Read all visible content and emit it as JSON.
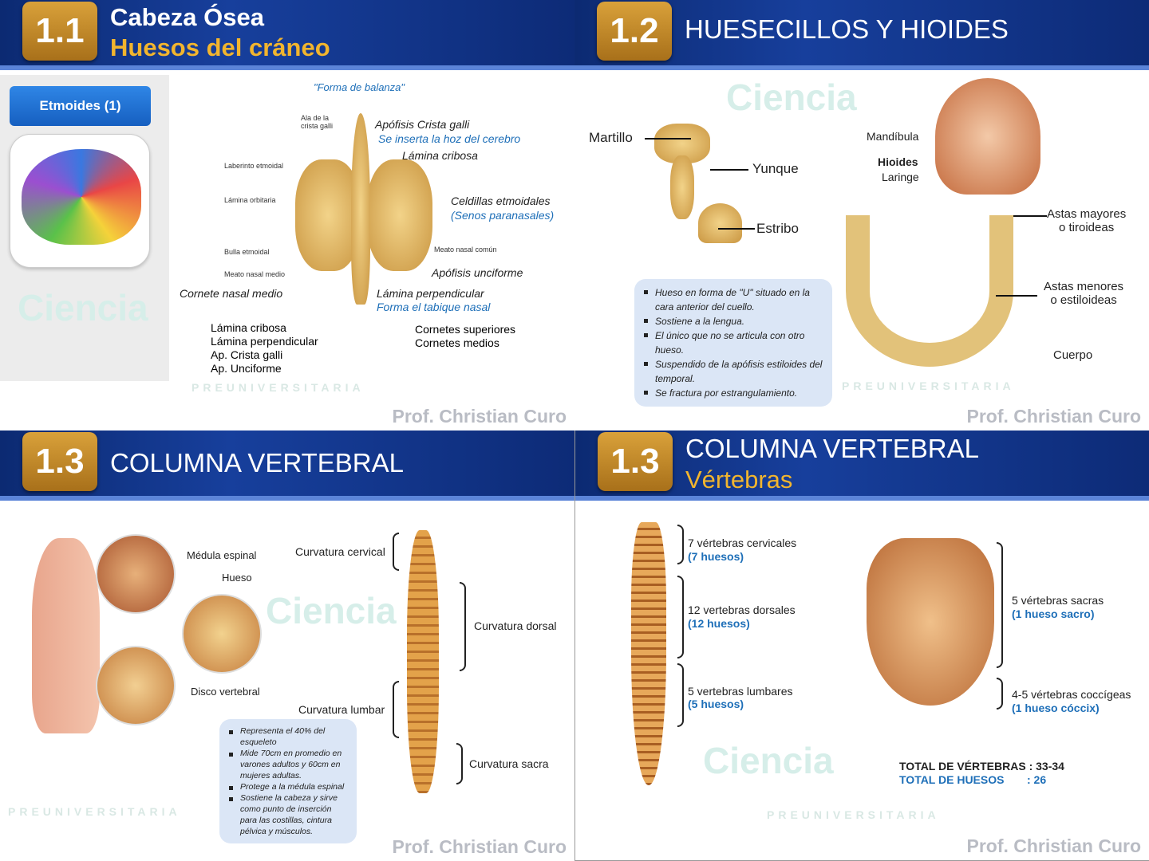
{
  "slides": [
    {
      "number": "1.1",
      "title": "Cabeza Ósea",
      "subtitle": "Huesos del cráneo",
      "button": "Etmoides (1)",
      "caption": "\"Forma de balanza\"",
      "labels": {
        "ala": "Ala de la crista galli",
        "crista": "Apófisis Crista galli",
        "crista_note": "Se inserta la hoz del cerebro",
        "cribosa": "Lámina cribosa",
        "laberinto": "Laberinto etmoidal",
        "orbitaria": "Lámina orbitaria",
        "celdillas": "Celdillas etmoidales",
        "senos": "(Senos paranasales)",
        "bulla": "Bulla etmoidal",
        "meato_comun": "Meato nasal común",
        "meato_medio": "Meato nasal medio",
        "unciforme": "Apófisis unciforme",
        "cornete": "Cornete nasal medio",
        "perpendicular": "Lámina perpendicular",
        "perpendicular_note": "Forma el tabique nasal"
      },
      "list_left": [
        "Lámina cribosa",
        "Lámina perpendicular",
        "Ap. Crista galli",
        "Ap. Unciforme"
      ],
      "list_right": [
        "Cornetes superiores",
        "Cornetes medios"
      ],
      "watermark": "Ciencia",
      "watermark_sub": "PREUNIVERSITARIA",
      "footer": "Prof. Christian Curo"
    },
    {
      "number": "1.2",
      "title": "HUESECILLOS Y HIOIDES",
      "labels": {
        "martillo": "Martillo",
        "yunque": "Yunque",
        "estribo": "Estribo",
        "mandibula": "Mandíbula",
        "hioides": "Hioides",
        "laringe": "Laringe",
        "astas_mayores": "Astas mayores\no tiroideas",
        "astas_menores": "Astas menores\no estiloideas",
        "cuerpo": "Cuerpo"
      },
      "bullets": [
        "Hueso en forma de \"U\" situado en la cara anterior del cuello.",
        "Sostiene a la lengua.",
        "El único que no se articula con otro hueso.",
        "Suspendido de la apófisis estiloides del temporal.",
        "Se fractura por estrangulamiento."
      ],
      "watermark": "Ciencia",
      "watermark_sub": "PREUNIVERSITARIA",
      "footer": "Prof. Christian Curo"
    },
    {
      "number": "1.3",
      "title": "COLUMNA VERTEBRAL",
      "labels": {
        "medula": "Médula espinal",
        "hueso": "Hueso",
        "disco": "Disco vertebral",
        "cervical": "Curvatura cervical",
        "dorsal": "Curvatura dorsal",
        "lumbar": "Curvatura lumbar",
        "sacra": "Curvatura sacra"
      },
      "bullets": [
        "Representa el 40% del esqueleto",
        "Mide 70cm en promedio en varones adultos y 60cm en mujeres adultas.",
        "Protege a la médula espinal",
        "Sostiene la cabeza y sirve como punto de inserción para las costillas, cintura pélvica y músculos."
      ],
      "watermark": "Ciencia",
      "watermark_sub": "PREUNIVERSITARIA",
      "footer": "Prof. Christian Curo"
    },
    {
      "number": "1.3",
      "title": "COLUMNA VERTEBRAL",
      "subtitle": "Vértebras",
      "groups": [
        {
          "text": "7 vértebras cervicales",
          "count": "(7 huesos)"
        },
        {
          "text": "12 vertebras dorsales",
          "count": "(12 huesos)"
        },
        {
          "text": "5 vertebras lumbares",
          "count": "(5 huesos)"
        },
        {
          "text": "5 vértebras sacras",
          "count": "(1 hueso sacro)"
        },
        {
          "text": "4-5 vértebras coccígeas",
          "count": "(1 hueso cóccix)"
        }
      ],
      "total_vertebras_label": "TOTAL DE VÉRTEBRAS : 33-34",
      "total_huesos_label": "TOTAL DE HUESOS",
      "total_huesos_value": ": 26",
      "watermark": "Ciencia",
      "watermark_sub": "PREUNIVERSITARIA",
      "footer": "Prof. Christian Curo"
    }
  ],
  "colors": {
    "header": "#173f9c",
    "badge": "#c48a2a",
    "subtitle": "#f2b52e",
    "accent_blue": "#1e6fb8",
    "button": "#1f6fd0"
  }
}
